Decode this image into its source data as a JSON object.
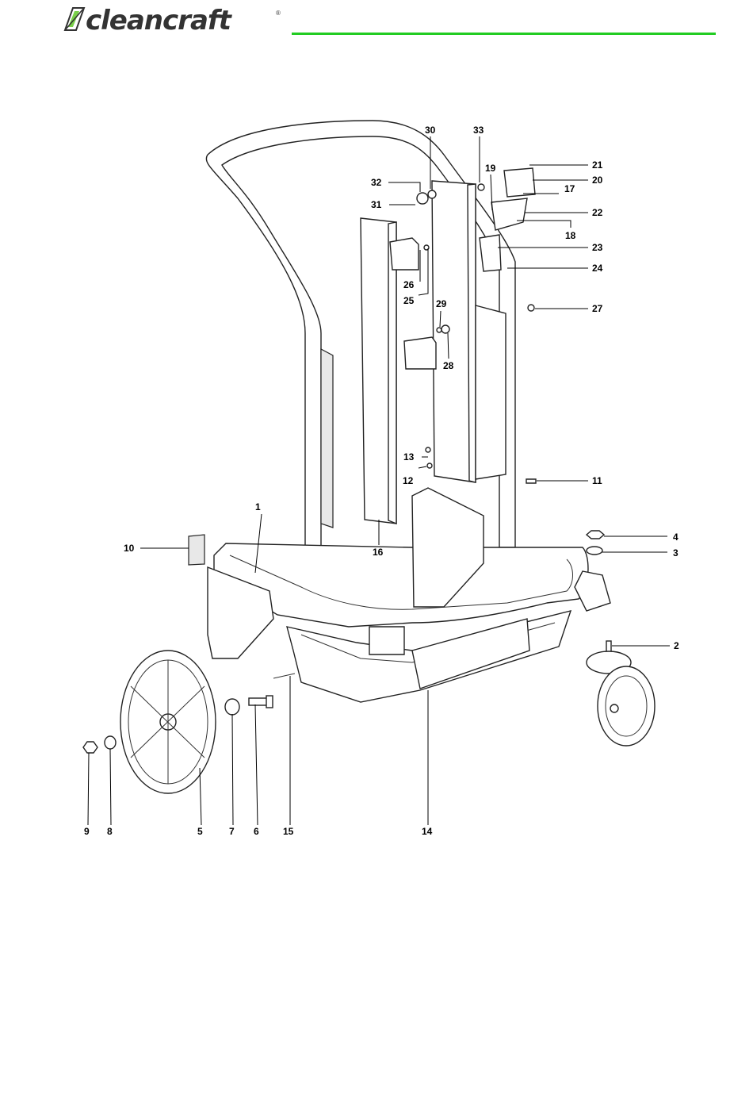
{
  "header": {
    "brand": "cleancraft",
    "registered_mark": "®",
    "rule_color": "#22cc22"
  },
  "callouts": [
    "1",
    "2",
    "3",
    "4",
    "5",
    "6",
    "7",
    "8",
    "9",
    "10",
    "11",
    "12",
    "13",
    "14",
    "15",
    "16",
    "17",
    "18",
    "19",
    "20",
    "21",
    "22",
    "23",
    "24",
    "25",
    "26",
    "27",
    "28",
    "29",
    "30",
    "31",
    "32",
    "33"
  ]
}
